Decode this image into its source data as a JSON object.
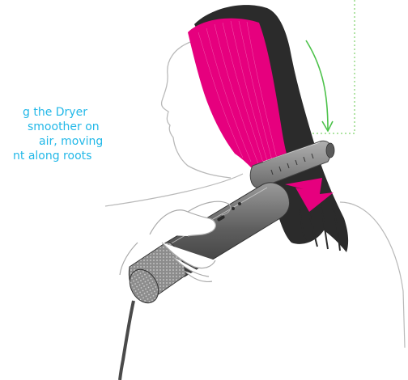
{
  "caption": {
    "lines": [
      "g the Dryer",
      "smoother on",
      "air, moving",
      "nt along roots"
    ]
  },
  "colors": {
    "caption_text": "#22b8e8",
    "hair_highlight": "#e6007e",
    "hair_dark": "#222222",
    "guide_dotted": "#7fd36b",
    "direction_arrow": "#4cc24a",
    "outline": "#b9b9b9",
    "tool_body": "#6e6e6e"
  },
  "icons": {
    "motion": "curved-down-arrow-icon",
    "airflow": "down-arrow-icon"
  }
}
